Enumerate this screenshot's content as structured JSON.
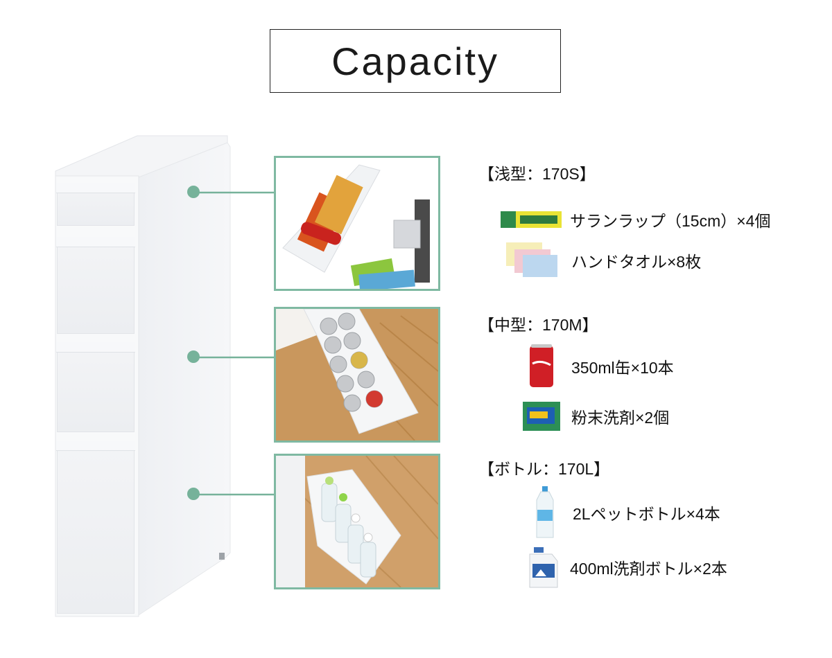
{
  "title": "Capacity",
  "colors": {
    "accent": "#76b29a",
    "frame": "#7fb9a2"
  },
  "sections": [
    {
      "title": "【浅型：170S】",
      "items": [
        {
          "icon": "plastic-wrap-icon",
          "label": "サランラップ（15cm）×4個"
        },
        {
          "icon": "hand-towel-icon",
          "label": "ハンドタオル×8枚"
        }
      ]
    },
    {
      "title": "【中型：170M】",
      "items": [
        {
          "icon": "soda-can-icon",
          "label": "350ml缶×10本"
        },
        {
          "icon": "detergent-box-icon",
          "label": "粉末洗剤×2個"
        }
      ]
    },
    {
      "title": "【ボトル：170L】",
      "items": [
        {
          "icon": "water-bottle-icon",
          "label": "2Lペットボトル×4本"
        },
        {
          "icon": "detergent-bottle-icon",
          "label": "400ml洗剤ボトル×2本"
        }
      ]
    }
  ]
}
